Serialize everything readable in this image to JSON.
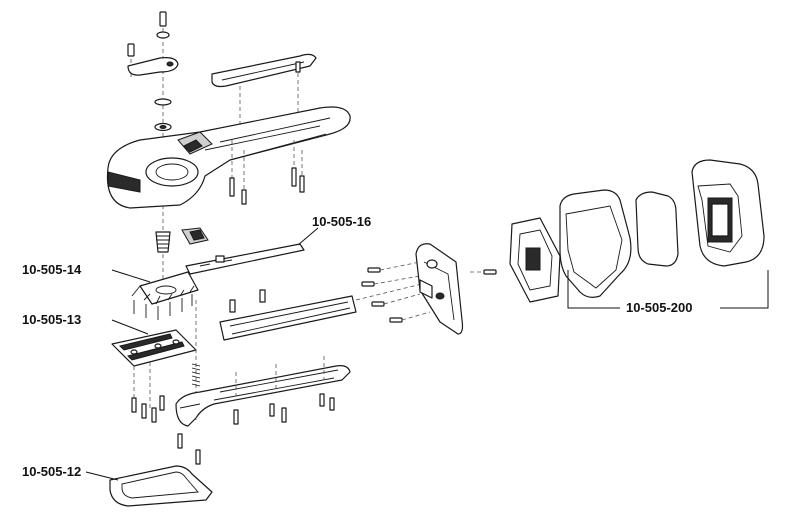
{
  "labels": {
    "part_16": "10-505-16",
    "part_14": "10-505-14",
    "part_13": "10-505-13",
    "part_12": "10-505-12",
    "part_200": "10-505-200"
  }
}
